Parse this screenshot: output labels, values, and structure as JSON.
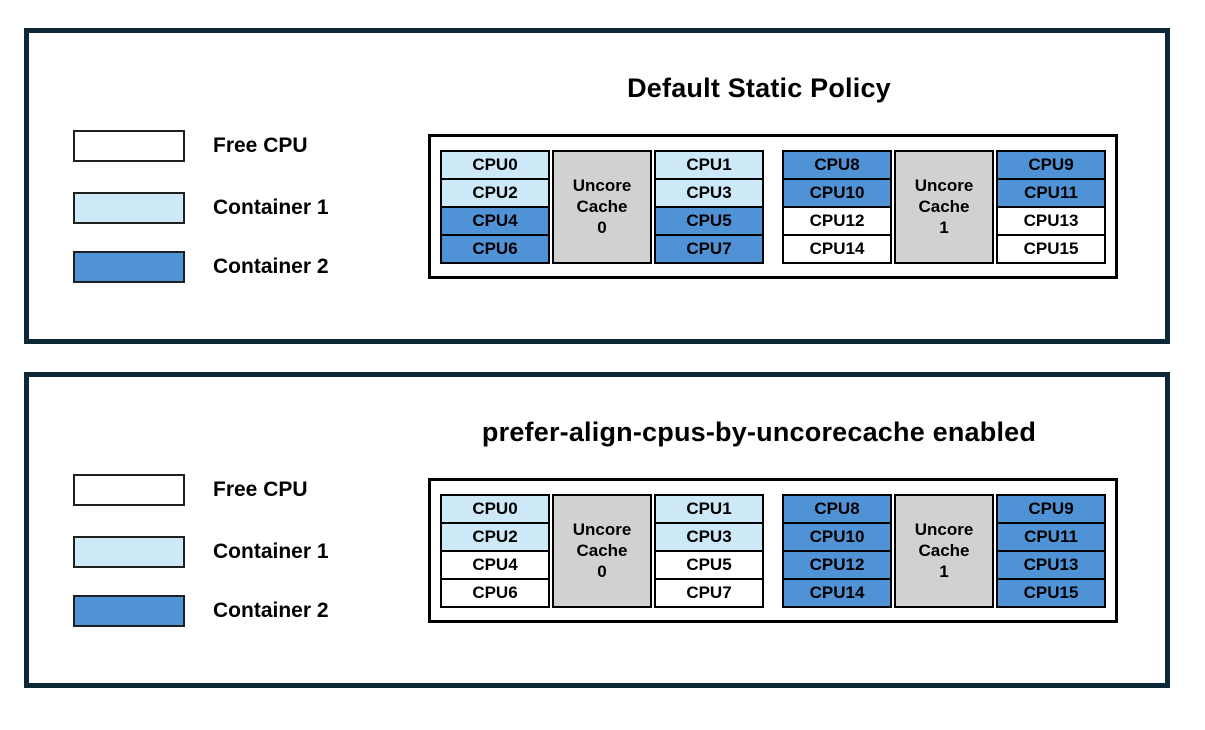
{
  "colors": {
    "free": "#ffffff",
    "container1": "#cde9f8",
    "container2": "#4f92d6",
    "uncore": "#d2d1cf",
    "panel_border": "#0c2735",
    "cell_border": "#000000"
  },
  "legend": {
    "items": [
      {
        "label": "Free CPU",
        "color_key": "free"
      },
      {
        "label": "Container 1",
        "color_key": "container1"
      },
      {
        "label": "Container 2",
        "color_key": "container2"
      }
    ]
  },
  "panels": [
    {
      "title": "Default Static Policy",
      "clusters": [
        {
          "uncore_lines": [
            "Uncore",
            "Cache",
            "0"
          ],
          "left_column": [
            {
              "label": "CPU0",
              "state": "container1"
            },
            {
              "label": "CPU2",
              "state": "container1"
            },
            {
              "label": "CPU4",
              "state": "container2"
            },
            {
              "label": "CPU6",
              "state": "container2"
            }
          ],
          "right_column": [
            {
              "label": "CPU1",
              "state": "container1"
            },
            {
              "label": "CPU3",
              "state": "container1"
            },
            {
              "label": "CPU5",
              "state": "container2"
            },
            {
              "label": "CPU7",
              "state": "container2"
            }
          ]
        },
        {
          "uncore_lines": [
            "Uncore",
            "Cache",
            "1"
          ],
          "left_column": [
            {
              "label": "CPU8",
              "state": "container2"
            },
            {
              "label": "CPU10",
              "state": "container2"
            },
            {
              "label": "CPU12",
              "state": "free"
            },
            {
              "label": "CPU14",
              "state": "free"
            }
          ],
          "right_column": [
            {
              "label": "CPU9",
              "state": "container2"
            },
            {
              "label": "CPU11",
              "state": "container2"
            },
            {
              "label": "CPU13",
              "state": "free"
            },
            {
              "label": "CPU15",
              "state": "free"
            }
          ]
        }
      ]
    },
    {
      "title": "prefer-align-cpus-by-uncorecache enabled",
      "clusters": [
        {
          "uncore_lines": [
            "Uncore",
            "Cache",
            "0"
          ],
          "left_column": [
            {
              "label": "CPU0",
              "state": "container1"
            },
            {
              "label": "CPU2",
              "state": "container1"
            },
            {
              "label": "CPU4",
              "state": "free"
            },
            {
              "label": "CPU6",
              "state": "free"
            }
          ],
          "right_column": [
            {
              "label": "CPU1",
              "state": "container1"
            },
            {
              "label": "CPU3",
              "state": "container1"
            },
            {
              "label": "CPU5",
              "state": "free"
            },
            {
              "label": "CPU7",
              "state": "free"
            }
          ]
        },
        {
          "uncore_lines": [
            "Uncore",
            "Cache",
            "1"
          ],
          "left_column": [
            {
              "label": "CPU8",
              "state": "container2"
            },
            {
              "label": "CPU10",
              "state": "container2"
            },
            {
              "label": "CPU12",
              "state": "container2"
            },
            {
              "label": "CPU14",
              "state": "container2"
            }
          ],
          "right_column": [
            {
              "label": "CPU9",
              "state": "container2"
            },
            {
              "label": "CPU11",
              "state": "container2"
            },
            {
              "label": "CPU13",
              "state": "container2"
            },
            {
              "label": "CPU15",
              "state": "container2"
            }
          ]
        }
      ]
    }
  ]
}
